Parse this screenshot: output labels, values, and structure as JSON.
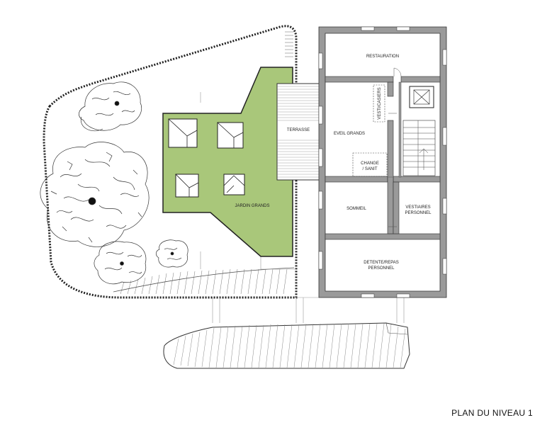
{
  "plan": {
    "title": "PLAN DU NIVEAU 1",
    "rooms": {
      "restauration": "RESTAURATION",
      "vesti_casiers": "VESTI/CASIERS",
      "terrasse": "TERRASSE",
      "eveil_grands": "EVEIL GRANDS",
      "change_line1": "CHANGE",
      "change_line2": "/ SANIT",
      "sommeil": "SOMMEIL",
      "vestiaires_line1": "VESTIAIRES",
      "vestiaires_line2": "PERSONNEL",
      "detente_line1": "DETENTE/REPAS",
      "detente_line2": "PERSONNEL",
      "jardin_grands": "JARDIN GRANDS"
    },
    "colors": {
      "garden_fill": "#a9c77a",
      "wall_fill": "#9a9a9a",
      "line": "#333333"
    }
  }
}
